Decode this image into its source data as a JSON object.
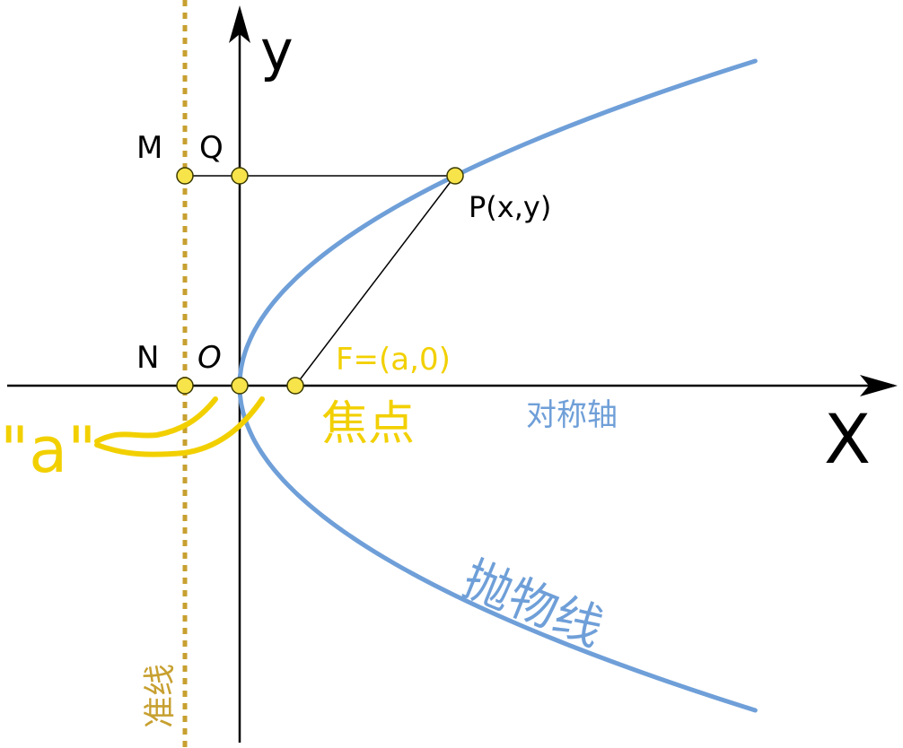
{
  "axes": {
    "x_label": "X",
    "y_label": "y"
  },
  "points": {
    "M": "M",
    "Q": "Q",
    "N": "N",
    "O": "O",
    "P": "P(x,y)",
    "F": "F=(a,0)"
  },
  "labels": {
    "focus": "焦点",
    "axis_of_symmetry": "对称轴",
    "parabola": "抛物线",
    "directrix": "准线",
    "a_label": "\"a\""
  },
  "colors": {
    "parabola": "#6f9fd8",
    "directrix": "#c7a030",
    "highlight": "#f2d000",
    "point_fill": "#f7e34a",
    "axis": "#000000"
  }
}
